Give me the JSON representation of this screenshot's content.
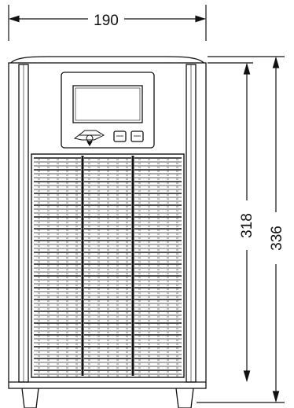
{
  "dimensions": {
    "width": "190",
    "inner_height": "318",
    "total_height": "336"
  },
  "colors": {
    "line": "#111111",
    "background": "#ffffff"
  }
}
